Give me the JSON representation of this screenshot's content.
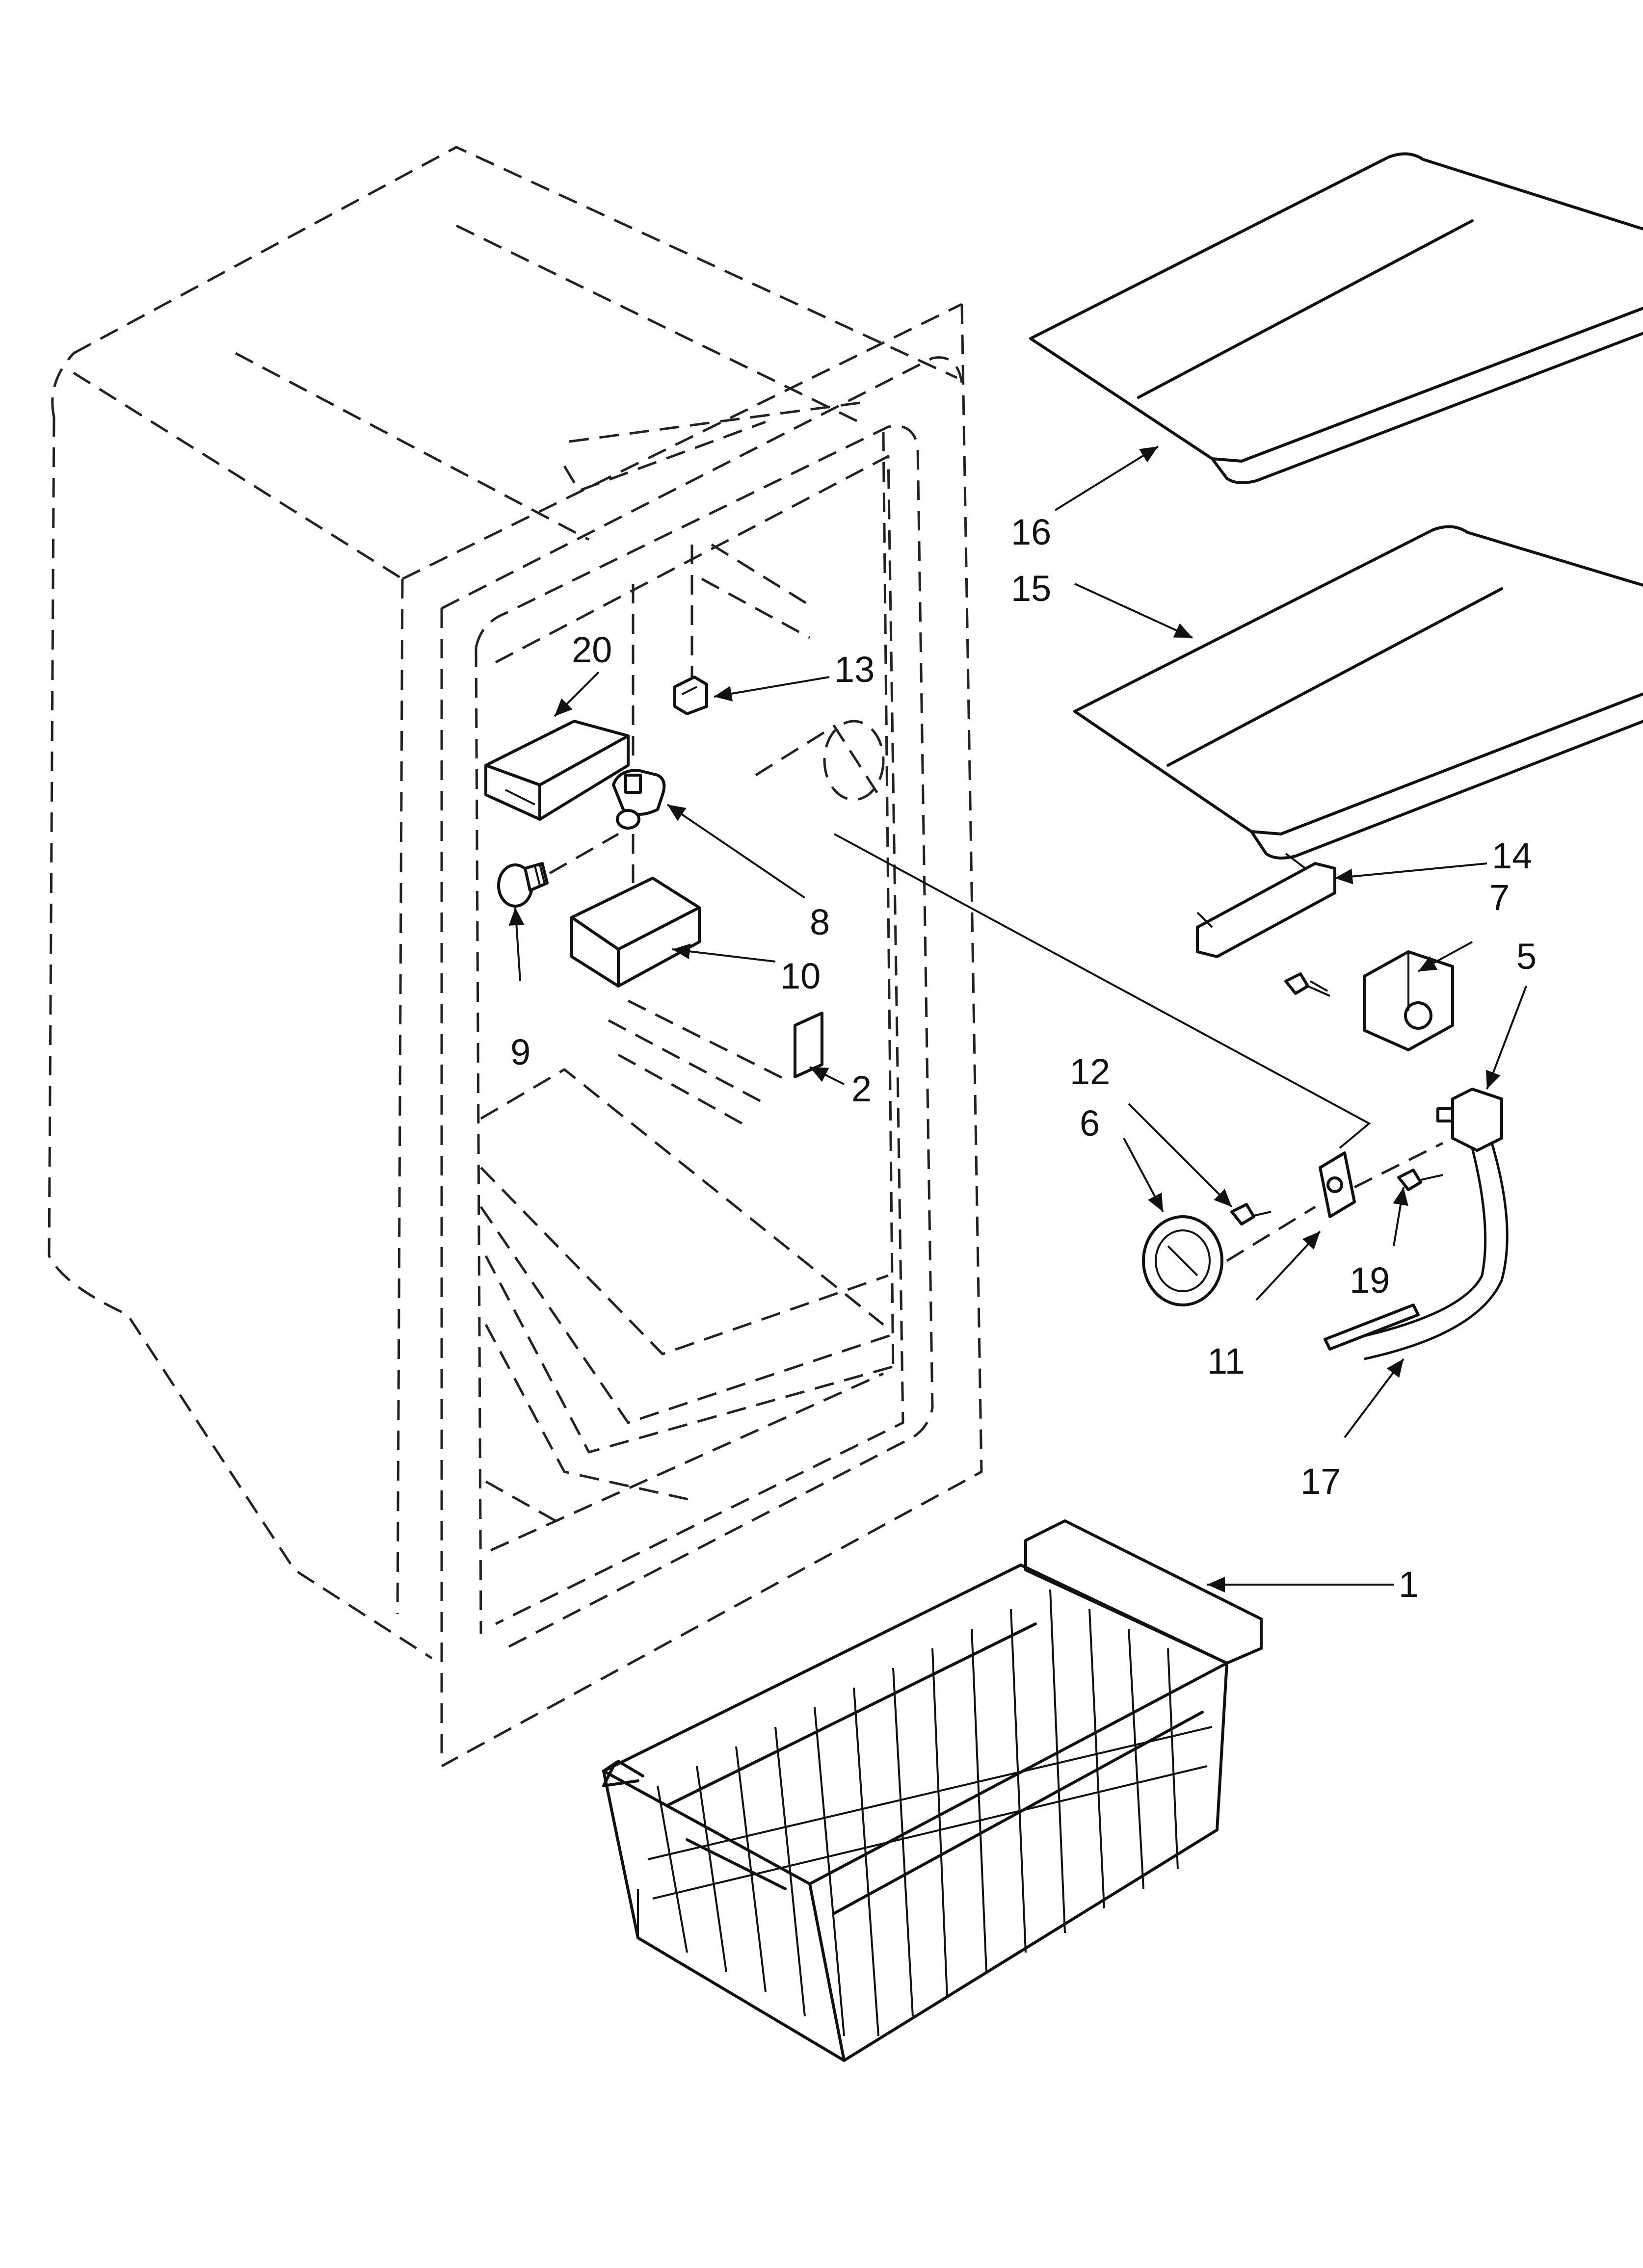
{
  "callouts": [
    {
      "id": "c1",
      "label": "1"
    },
    {
      "id": "c2",
      "label": "2"
    },
    {
      "id": "c5",
      "label": "5"
    },
    {
      "id": "c6",
      "label": "6"
    },
    {
      "id": "c7",
      "label": "7"
    },
    {
      "id": "c8",
      "label": "8"
    },
    {
      "id": "c9",
      "label": "9"
    },
    {
      "id": "c10",
      "label": "10"
    },
    {
      "id": "c11",
      "label": "11"
    },
    {
      "id": "c12",
      "label": "12"
    },
    {
      "id": "c13",
      "label": "13"
    },
    {
      "id": "c14",
      "label": "14"
    },
    {
      "id": "c15",
      "label": "15"
    },
    {
      "id": "c16",
      "label": "16"
    },
    {
      "id": "c17",
      "label": "17"
    },
    {
      "id": "c19",
      "label": "19"
    },
    {
      "id": "c20",
      "label": "20"
    }
  ]
}
